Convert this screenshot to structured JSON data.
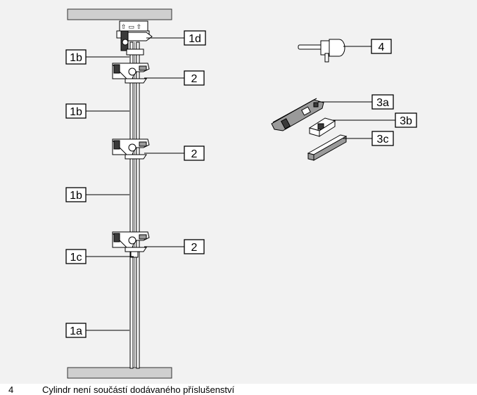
{
  "labels": {
    "top_rod_fitting": "1d",
    "rod_upper": "1b",
    "rod_middle": "1b",
    "rod_lower": "1b",
    "rod_guide": "1c",
    "rod_bottom": "1a",
    "lock_upper": "2",
    "lock_middle": "2",
    "lock_lower": "2",
    "cylinder": "4",
    "cover_a": "3a",
    "cover_b": "3b",
    "cover_c": "3c"
  },
  "footnote": {
    "number": "4",
    "text": "Cylindr není součástí dodávaného příslušenství"
  }
}
